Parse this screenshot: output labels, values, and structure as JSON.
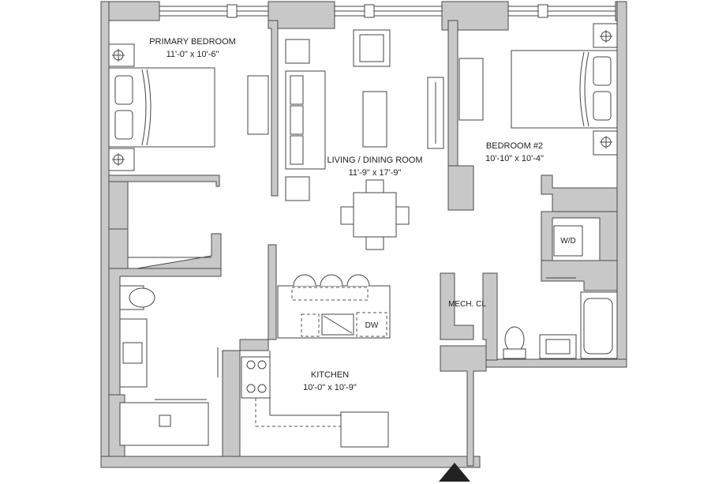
{
  "rooms": {
    "primary_bedroom": {
      "name": "PRIMARY BEDROOM",
      "dims": "11'-0\" x 10'-6\""
    },
    "living_dining": {
      "name": "LIVING / DINING ROOM",
      "dims": "11'-9\" x 17'-9\""
    },
    "bedroom2": {
      "name": "BEDROOM #2",
      "dims": "10'-10\" x 10'-4\""
    },
    "kitchen": {
      "name": "KITCHEN",
      "dims": "10'-0\" x 10'-9\""
    },
    "mech_closet": {
      "name": "MECH. CL"
    }
  },
  "appliances": {
    "washer_dryer": "W/D",
    "dishwasher": "DW"
  },
  "colors": {
    "wall_fill": "#c8c8c8",
    "line": "#444444",
    "entry_arrow": "#222222"
  }
}
